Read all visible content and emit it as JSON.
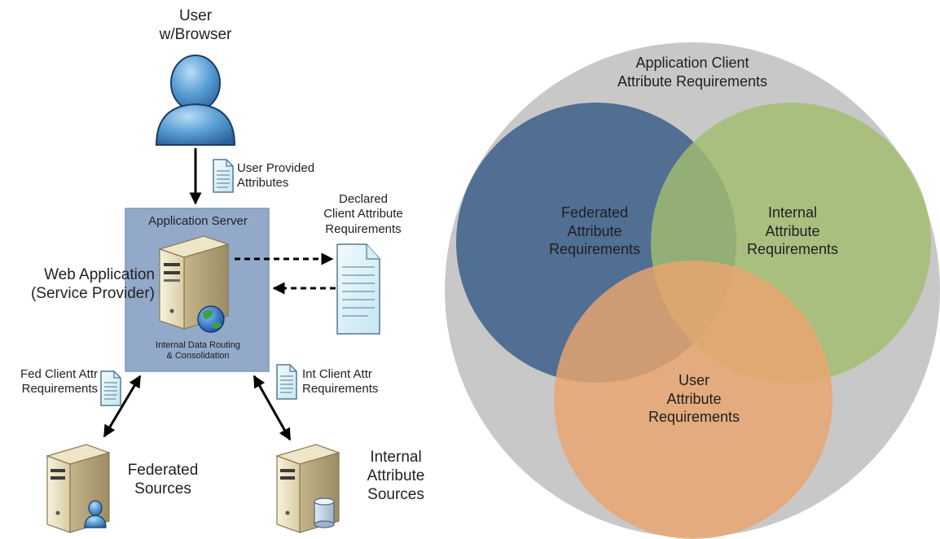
{
  "left_diagram": {
    "user": "User\nw/Browser",
    "user_provided": "User Provided\nAttributes",
    "app_server_title": "Application Server",
    "declared": "Declared\nClient Attribute\nRequirements",
    "web_app": "Web Application\n(Service Provider)",
    "routing": "Internal Data Routing\n& Consolidation",
    "fed_client": "Fed Client Attr\nRequirements",
    "int_client": "Int Client Attr\nRequirements",
    "federated": "Federated\nSources",
    "internal": "Internal\nAttribute\nSources"
  },
  "venn": {
    "outer": "Application Client\nAttribute Requirements",
    "federated": "Federated\nAttribute\nRequirements",
    "internal": "Internal\nAttribute\nRequirements",
    "user": "User\nAttribute\nRequirements",
    "colors": {
      "outer": "#c8c8c8",
      "federated": "#4c6a91",
      "internal": "#a2bd6f",
      "user": "#e9a56e"
    }
  }
}
